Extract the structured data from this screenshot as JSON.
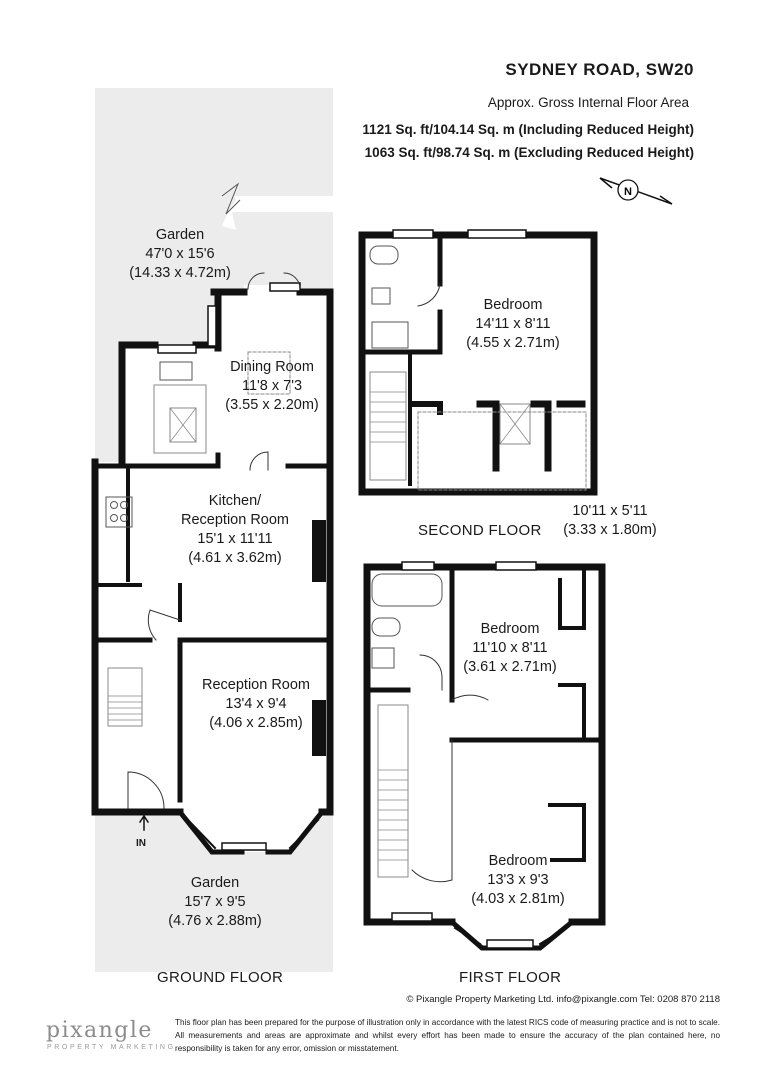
{
  "header": {
    "title": "SYDNEY ROAD, SW20",
    "subtitle": "Approx. Gross Internal Floor Area",
    "area_including": "1121 Sq. ft/104.14 Sq. m (Including Reduced Height)",
    "area_excluding": "1063 Sq. ft/98.74 Sq. m (Excluding Reduced Height)"
  },
  "compass": {
    "letter": "N"
  },
  "rooms": {
    "garden_rear": {
      "name": "Garden",
      "imperial": "47'0 x 15'6",
      "metric": "(14.33 x 4.72m)"
    },
    "dining": {
      "name": "Dining Room",
      "imperial": "11'8 x 7'3",
      "metric": "(3.55 x 2.20m)"
    },
    "kitchen": {
      "name": "Kitchen/",
      "name2": "Reception Room",
      "imperial": "15'1 x 11'11",
      "metric": "(4.61 x 3.62m)"
    },
    "reception": {
      "name": "Reception Room",
      "imperial": "13'4 x 9'4",
      "metric": "(4.06 x 2.85m)"
    },
    "garden_front": {
      "name": "Garden",
      "imperial": "15'7 x 9'5",
      "metric": "(4.76 x 2.88m)"
    },
    "second_bedroom": {
      "name": "Bedroom",
      "imperial": "14'11 x 8'11",
      "metric": "(4.55 x 2.71m)"
    },
    "second_eaves": {
      "imperial": "10'11 x 5'11",
      "metric": "(3.33 x 1.80m)"
    },
    "first_bedroom_rear": {
      "name": "Bedroom",
      "imperial": "11'10 x 8'11",
      "metric": "(3.61 x 2.71m)"
    },
    "first_bedroom_front": {
      "name": "Bedroom",
      "imperial": "13'3 x 9'3",
      "metric": "(4.03 x 2.81m)"
    }
  },
  "floors": {
    "ground": "GROUND FLOOR",
    "first": "FIRST FLOOR",
    "second": "SECOND FLOOR"
  },
  "entrance": "IN",
  "footer": {
    "copyright": "© Pixangle Property Marketing Ltd. info@pixangle.com Tel: 0208 870 2118",
    "disclaimer": "This floor plan has been prepared for the purpose of illustration only in accordance with the latest RICS code of measuring practice and is not to scale. All measurements and areas are approximate and whilst every effort has been made to ensure the accuracy of the plan contained here, no responsibility is taken for any error, omission or misstatement.",
    "logo": "pixangle",
    "logo_sub": "PROPERTY MARKETING"
  },
  "colors": {
    "wall": "#111111",
    "garden": "#ececec",
    "fixture": "#888888",
    "logo": "#8c8c8c"
  }
}
